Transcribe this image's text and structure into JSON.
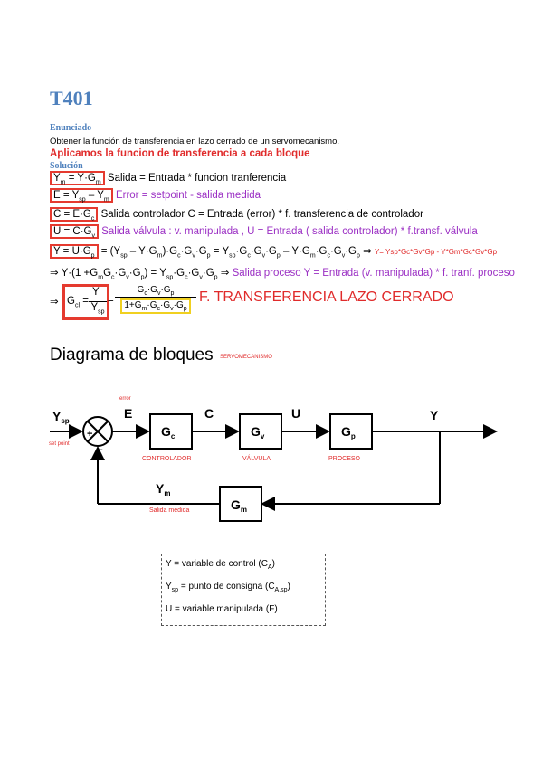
{
  "doc": {
    "title": "T401",
    "enunciado_label": "Enunciado",
    "enunciado_text": "Obtener la función de transferencia en lazo cerrado de un servomecanismo.",
    "red_heading": "Aplicamos la funcion de transferencia a cada bloque",
    "solucion_label": "Solución"
  },
  "equations": {
    "l1_desc": "Salida = Entrada * funcion tranferencia",
    "l2_desc": "Error = setpoint - salida medida",
    "l3_desc": "Salida controlador C = Entrada (error) * f. transferencia de controlador",
    "l4_desc": "Salida válvula : v. manipulada , U = Entrada ( salida controlador) * f.transf. válvula",
    "l5_note": "Y= Ysp*Gc*Gv*Gp - Y*Gm*Gc*Gv*Gp",
    "l6_desc": "Salida proceso Y = Entrada (v. manipulada) * f. tranf. proceso",
    "big_label": "F. TRANSFERENCIA LAZO CERRADO"
  },
  "diagram": {
    "title": "Diagrama de bloques",
    "subtitle": "SERVOMECANISMO",
    "ysp": "Y",
    "ysp_sub": "sp",
    "setpoint": "set point",
    "error_small": "error",
    "E": "E",
    "C": "C",
    "U": "U",
    "Y": "Y",
    "Ym": "Y",
    "Ym_sub": "m",
    "plus": "+",
    "minus": "-",
    "gc": "G",
    "gc_sub": "c",
    "gv": "G",
    "gv_sub": "v",
    "gp": "G",
    "gp_sub": "p",
    "gm": "G",
    "gm_sub": "m",
    "controlador": "CONTROLADOR",
    "valvula": "VÁLVULA",
    "proceso": "PROCESO",
    "salida_medida": "Salida medida"
  },
  "legend": {
    "l1": "Y = variable de control (C",
    "l1_sub": "A",
    "l1_end": ")",
    "l2_a": "Y",
    "l2_sub": "sp",
    "l2_b": " = punto de consigna (C",
    "l2_sub2": "A,sp",
    "l2_end": ")",
    "l3": "U = variable manipulada (F)"
  },
  "colors": {
    "heading_blue": "#4f81bd",
    "red": "#e02b2b",
    "purple": "#9b30c4",
    "yellow": "#f0d020"
  }
}
